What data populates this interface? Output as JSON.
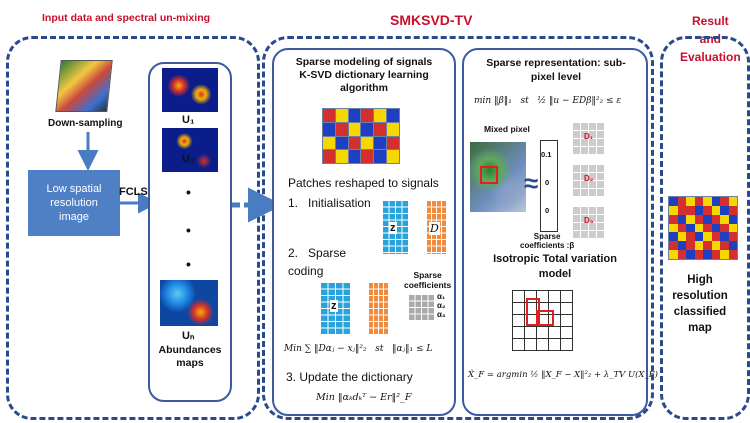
{
  "headers": {
    "input": "Input data and spectral un-mixing",
    "smksvd": "SMKSVD-TV",
    "result": "Result\nand\nEvaluation"
  },
  "input_panel": {
    "downsampling": "Down-sampling",
    "low_res": "Low spatial\nresolution\nimage",
    "fcls": "FCLS"
  },
  "abundance_panel": {
    "u1": "U₁",
    "u2": "U₂",
    "un": "Uₙ",
    "dot": "•",
    "caption": "Abundances\nmaps"
  },
  "sparse_panel": {
    "title": "Sparse modeling of signals\nK-SVD dictionary learning\nalgorithm",
    "patches": "Patches reshaped to signals",
    "step1": "1.   Initialisation",
    "z": "z",
    "d": "D",
    "step2": "2.   Sparse\ncoding",
    "sparse_coeff": "Sparse\ncoefficients",
    "alphas": [
      "α₁",
      "α₂",
      "α₃"
    ],
    "formula2": "Min ∑ ‖Dαⱼ − xⱼ‖²₂   st   ‖αⱼ‖₁ ≤ L",
    "step3": "3. Update the dictionary",
    "formula3": "Min ‖αₖdₖᵀ − Er‖²_F"
  },
  "subpixel_panel": {
    "title": "Sparse representation: sub-\npixel level",
    "formula1": "min ‖β‖₁   st   ½ ‖u − EDβ‖²₂ ≤ ε",
    "mixed": "Mixed pixel",
    "approx": "≈",
    "vec": [
      "0.1",
      "0",
      "0"
    ],
    "sparse_beta": "Sparse\ncoefficients :β",
    "d1": "D₁",
    "d2": "D₂",
    "d3": "D₃",
    "tv_title": "Isotropic Total variation\nmodel",
    "formula_tv": "X̂_F = argmin ½ ‖X_F − X‖²₂ + λ_TV U(X_F)"
  },
  "result_panel": {
    "caption": "High\nresolution\nclassified\nmap"
  },
  "colors": {
    "red_title": "#c8102e",
    "frame": "#2a4a8c",
    "arrow": "#4a7cc2",
    "cyan": "#29a3dc",
    "orange": "#f08a3c"
  }
}
